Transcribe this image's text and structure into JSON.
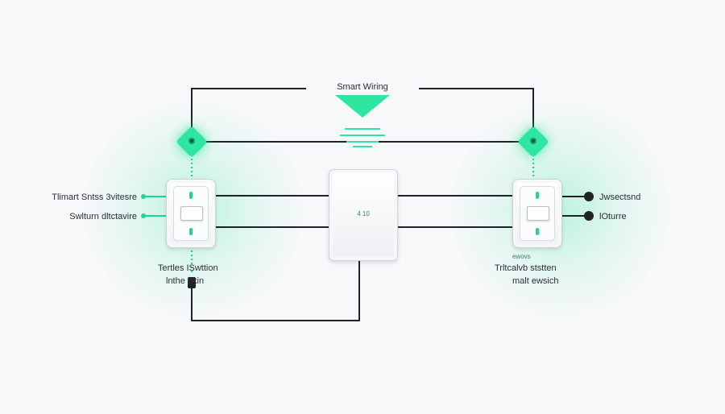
{
  "diagram": {
    "title": "Smart Wiring",
    "hub_label": "4 10",
    "left_switch": {
      "label_line1": "Tlimart Sntss 3vitesre",
      "label_line2": "Swlturn dltctavire",
      "caption_line1": "Tertles ISwttion",
      "caption_line2": "lnthe 6kin"
    },
    "right_switch": {
      "label_line1": "Jwsectsnd",
      "label_line2": "lOturre",
      "caption_small": "ewovs",
      "caption_line1": "Trltcalvb ststten",
      "caption_line2": "malt ewsich"
    },
    "colors": {
      "accent": "#2ee6a0",
      "wire": "#1f2328",
      "background": "#f7f8fa"
    },
    "icons": [
      "bulb-icon",
      "bulb-icon",
      "plug-icon",
      "plug-icon",
      "plug-icon",
      "funnel-icon"
    ]
  }
}
